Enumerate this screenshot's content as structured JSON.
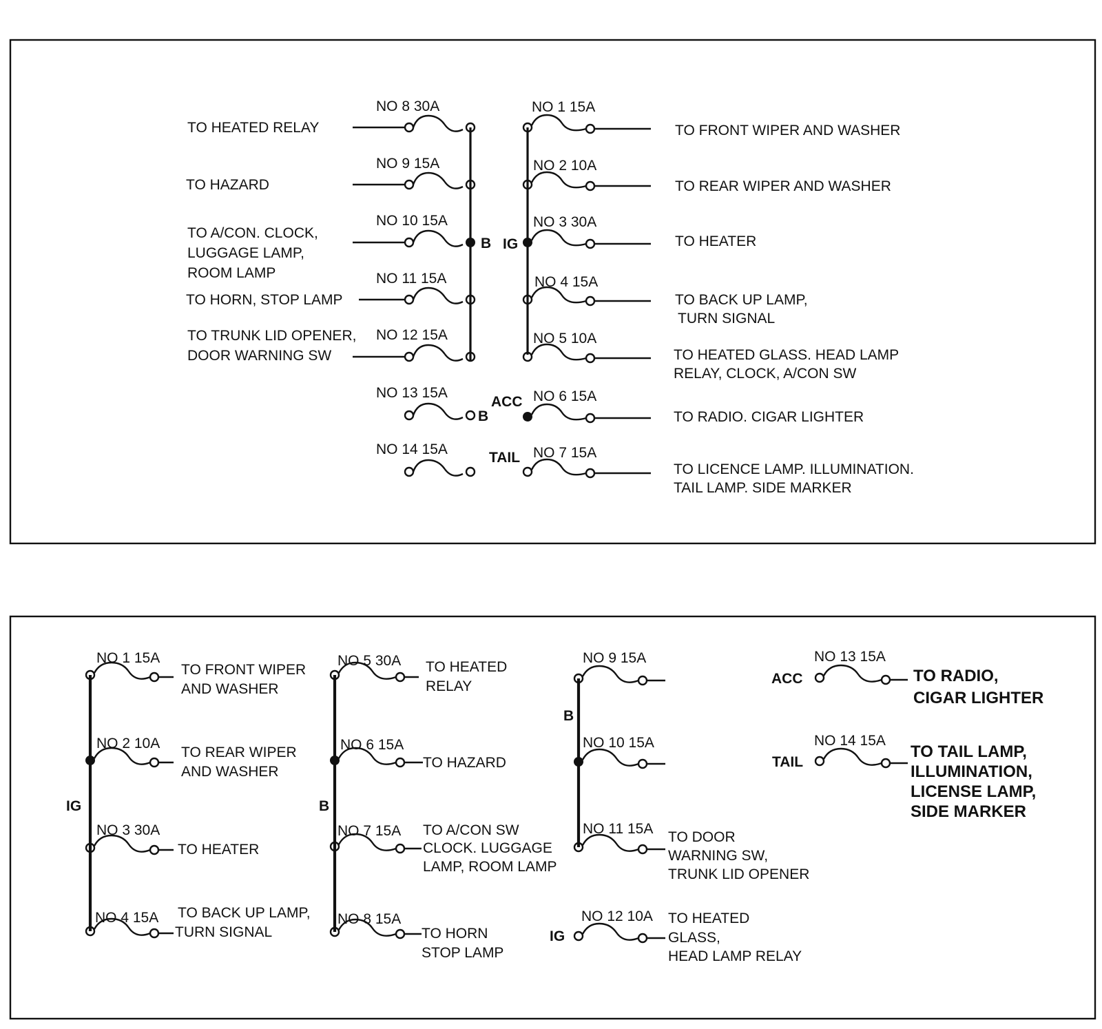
{
  "top_panel": {
    "fuses": {
      "f8": "NO 8 30A",
      "f9": "NO 9 15A",
      "f10": "NO 10 15A",
      "f11": "NO 11 15A",
      "f12": "NO 12 15A",
      "f13": "NO 13 15A",
      "f14": "NO 14 15A",
      "f1": "NO 1 15A",
      "f2": "NO 2 10A",
      "f3": "NO 3 30A",
      "f4": "NO 4 15A",
      "f5": "NO 5 10A",
      "f6": "NO 6 15A",
      "f7": "NO 7 15A"
    },
    "left_labels": {
      "f8": [
        "TO HEATED RELAY"
      ],
      "f9": [
        "TO HAZARD"
      ],
      "f10": [
        "TO A/CON. CLOCK,",
        "LUGGAGE LAMP,",
        "ROOM LAMP"
      ],
      "f11": [
        "TO HORN, STOP LAMP"
      ],
      "f12": [
        "TO TRUNK LID OPENER,",
        "DOOR WARNING SW"
      ]
    },
    "right_labels": {
      "f1": [
        "TO FRONT WIPER AND WASHER"
      ],
      "f2": [
        "TO REAR WIPER AND WASHER"
      ],
      "f3": [
        "TO HEATER"
      ],
      "f4": [
        "TO BACK UP LAMP,",
        "TURN SIGNAL"
      ],
      "f5": [
        "TO HEATED GLASS. HEAD LAMP",
        "RELAY, CLOCK, A/CON SW"
      ],
      "f6": [
        "TO RADIO. CIGAR LIGHTER"
      ],
      "f7": [
        "TO LICENCE LAMP. ILLUMINATION.",
        "TAIL LAMP. SIDE MARKER"
      ]
    },
    "bus": {
      "b": "B",
      "ig": "IG",
      "b13": "B",
      "acc": "ACC",
      "tail": "TAIL"
    }
  },
  "bottom_panel": {
    "fuses": {
      "f1": "NO 1 15A",
      "f2": "NO 2 10A",
      "f3": "NO 3 30A",
      "f4": "NO 4 15A",
      "f5": "NO 5 30A",
      "f6": "NO 6 15A",
      "f7": "NO 7 15A",
      "f8": "NO 8 15A",
      "f9": "NO 9 15A",
      "f10": "NO 10 15A",
      "f11": "NO 11 15A",
      "f12": "NO 12 10A",
      "f13": "NO 13 15A",
      "f14": "NO 14 15A"
    },
    "labels": {
      "f1": [
        "TO FRONT WIPER",
        "AND WASHER"
      ],
      "f2": [
        "TO REAR WIPER",
        "AND WASHER"
      ],
      "f3": [
        "TO HEATER"
      ],
      "f4": [
        "TO BACK UP LAMP,",
        "TURN SIGNAL"
      ],
      "f5": [
        "TO HEATED",
        "RELAY"
      ],
      "f6": [
        "TO HAZARD"
      ],
      "f7": [
        "TO A/CON SW",
        "CLOCK. LUGGAGE",
        "LAMP, ROOM LAMP"
      ],
      "f8": [
        "TO HORN",
        "STOP LAMP"
      ],
      "f11": [
        "TO DOOR",
        "WARNING SW,",
        "TRUNK LID OPENER"
      ],
      "f12": [
        "TO HEATED",
        "GLASS,",
        "HEAD LAMP RELAY"
      ],
      "f13": [
        "TO RADIO,",
        "CIGAR LIGHTER"
      ],
      "f14": [
        "TO TAIL LAMP,",
        "ILLUMINATION,",
        "LICENSE LAMP,",
        "SIDE MARKER"
      ]
    },
    "bus": {
      "ig1": "IG",
      "b1": "B",
      "b2": "B",
      "acc": "ACC",
      "tail": "TAIL",
      "ig2": "IG"
    }
  }
}
